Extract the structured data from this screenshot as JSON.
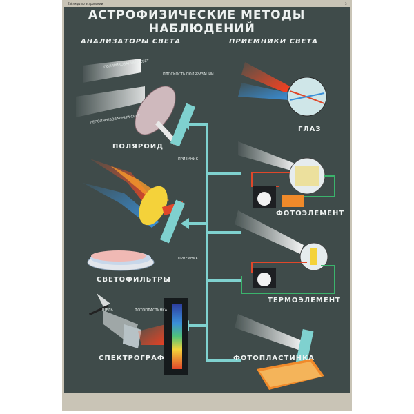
{
  "header": {
    "series": "Таблицы по астрономии",
    "page_number": "3",
    "title_line1": "АСТРОФИЗИЧЕСКИЕ МЕТОДЫ",
    "title_line2": "НАБЛЮДЕНИЙ"
  },
  "left_column": {
    "heading": "АНАЛИЗАТОРЫ СВЕТА",
    "polarized_light": "ПОЛЯРИЗОВАННЫЙ СВЕТ",
    "unpolarized_light": "НЕПОЛЯРИЗОВАННЫЙ СВЕТ",
    "polarization_plane": "ПЛОСКОСТЬ ПОЛЯРИЗАЦИИ",
    "polaroid": "ПОЛЯРОИД",
    "receiver_top": "ПРИЕМНИК",
    "receiver_mid": "ПРИЕМНИК",
    "filters": "СВЕТОФИЛЬТРЫ",
    "slit": "ЩЕЛЬ",
    "photoplate_small": "ФОТОПЛАСТИНКА",
    "spectrograph": "СПЕКТРОГРАФ"
  },
  "right_column": {
    "heading": "ПРИЕМНИКИ СВЕТА",
    "eye": "ГЛАЗ",
    "photocell": "ФОТОЭЛЕМЕНТ",
    "thermocouple": "ТЕРМОЭЛЕМЕНТ",
    "photoplate": "ФОТОПЛАСТИНКА"
  },
  "colors": {
    "board": "#3f4b4a",
    "paper": "#c9c4b6",
    "connector": "#7fd1cf",
    "label": "#eef2f1",
    "accent_red": "#e0472a",
    "accent_yellow": "#f4d23a",
    "accent_blue": "#3a8fd8"
  }
}
